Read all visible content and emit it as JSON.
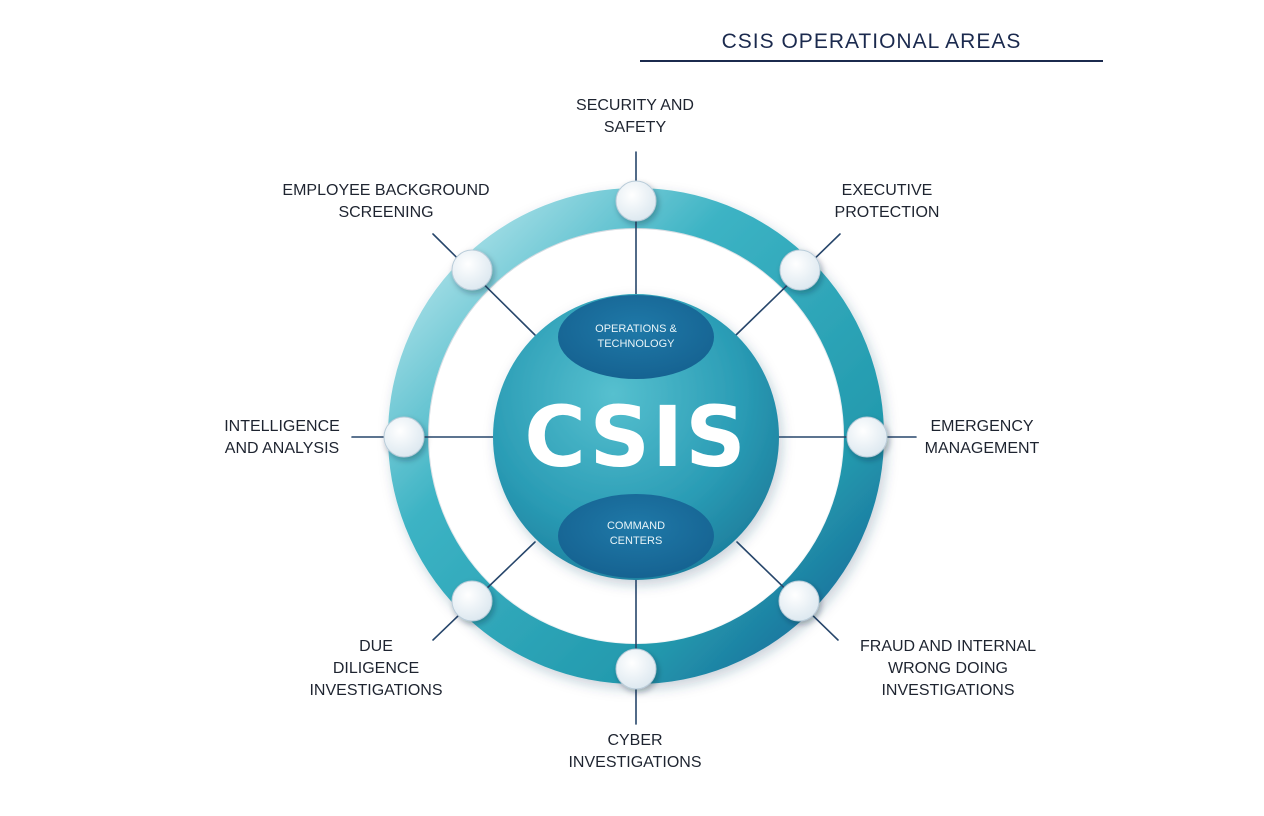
{
  "header": {
    "title": "CSIS OPERATIONAL AREAS"
  },
  "core": {
    "title": "CSIS",
    "top_pill": [
      "OPERATIONS &",
      "TECHNOLOGY"
    ],
    "bottom_pill": [
      "COMMAND",
      "CENTERS"
    ]
  },
  "areas": [
    {
      "id": "security-and-safety",
      "lines": [
        "SECURITY AND",
        "SAFETY"
      ]
    },
    {
      "id": "executive-protection",
      "lines": [
        "EXECUTIVE",
        "PROTECTION"
      ]
    },
    {
      "id": "emergency-management",
      "lines": [
        "EMERGENCY",
        "MANAGEMENT"
      ]
    },
    {
      "id": "fraud-and-internal-wrong-doing-investigations",
      "lines": [
        "FRAUD AND INTERNAL",
        "WRONG DOING",
        "INVESTIGATIONS"
      ]
    },
    {
      "id": "cyber-investigations",
      "lines": [
        "CYBER",
        "INVESTIGATIONS"
      ]
    },
    {
      "id": "due-diligence-investigations",
      "lines": [
        "DUE",
        "DILIGENCE",
        "INVESTIGATIONS"
      ]
    },
    {
      "id": "intelligence-and-analysis",
      "lines": [
        "INTELLIGENCE",
        "AND ANALYSIS"
      ]
    },
    {
      "id": "employee-background-screening",
      "lines": [
        "EMPLOYEE BACKGROUND",
        "SCREENING"
      ]
    }
  ],
  "colors": {
    "ring_light": "#a9dde6",
    "ring_mid": "#3bb0c2",
    "ring_dark": "#1a6f9e",
    "node_fill": "#eef4f8",
    "spoke": "#27466b",
    "text": "#1e2430"
  }
}
